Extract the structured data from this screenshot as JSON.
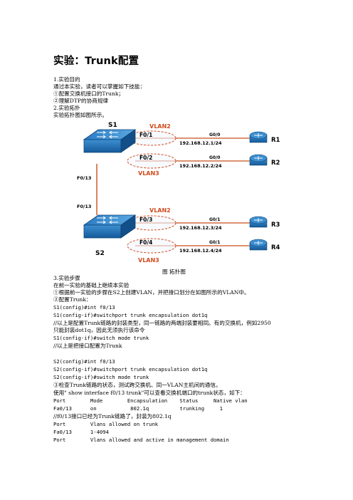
{
  "title": "实验：Trunk配置",
  "intro": [
    "1.实验目的",
    "通过本实验，读者可以掌握如下技能：",
    "①配置交换机接口的Trunk；",
    "②理解DTP的协商规律",
    "2.实验拓扑",
    "实验拓扑图如图所示。"
  ],
  "figure": {
    "s1": "S1",
    "s2": "S2",
    "r1": "R1",
    "r2": "R2",
    "r3": "R3",
    "r4": "R4",
    "vlan2_top": "VLAN2",
    "vlan3_top": "VLAN3",
    "vlan2_bottom": "VLAN2",
    "vlan3_bottom": "VLAN3",
    "f01": "F0/1",
    "f02": "F0/2",
    "f03": "F0/3",
    "f04": "F0/4",
    "f013_a": "F0/13",
    "f013_b": "F0/13",
    "g00_a": "G0/0",
    "g00_b": "G0/0",
    "g01_a": "G0/1",
    "g01_b": "G0/1",
    "ip1": "192.168.12.1/24",
    "ip2": "192.168.12.2/24",
    "ip3": "192.168.12.3/24",
    "ip4": "192.168.12.4/24",
    "caption": "图  拓扑图",
    "colors": {
      "vlan": "#d04a1c",
      "link": "#c8501e",
      "device": "#1a6fb5"
    }
  },
  "steps": [
    "3.实验步骤",
    "在前一实验的基础上继续本实验",
    "①根据前一实验的步骤在S2上创建VLAN，并把接口划分在如图所示的VLAN中。",
    "②配置Trunk：",
    "S1(config)#int f0/13",
    "S1(config-if)#switchport trunk encapsulation dot1q",
    "//以上是配置Trunk链路的封装类型，同一链路的两端封装要相同。有的交换机，例如2950",
    "只能封装dot1q，因此无须执行该命令",
    "S1(config-if)#switch mode trunk",
    "//以上是把接口配置为Trunk",
    "",
    "S2(config)#int f0/13",
    "S2(config-if)#switchport trunk encapsulation dot1q",
    "S2(config-if)#switch mode trunk",
    "③检查Trunk链路的状态，测试跨交换机、同一VLAN主机间的通信。",
    "使用\" show interface f0/13 trunk\"可以查看交换机端口的trunk状态，如下：",
    "Port        Mode        Encapsulation    Status     Native vlan",
    "Fa0/13      on           802.1q          trunking     1",
    "//f0/13接口已经为Trunk链路了，封装为802.1q",
    "Port        Vlans allowed on trunk",
    "Fa0/13      1-4094",
    "Port        Vlans allowed and active in management domain"
  ]
}
